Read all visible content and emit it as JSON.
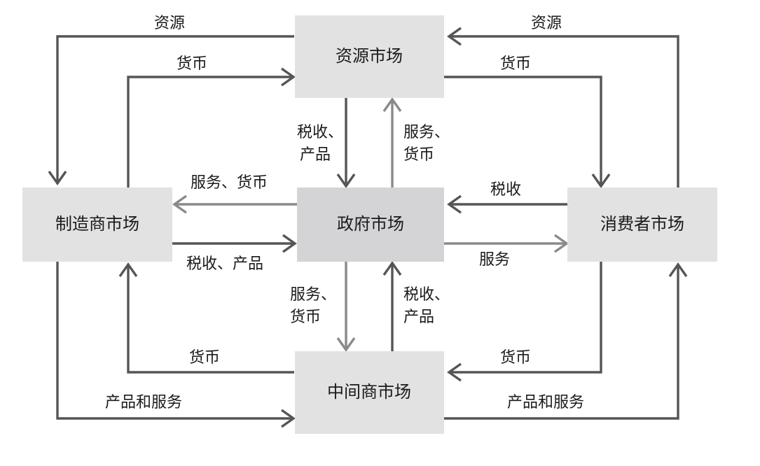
{
  "nodes": {
    "resource": "资源市场",
    "manufacturer": "制造商市场",
    "government": "政府市场",
    "consumer": "消费者市场",
    "intermediary": "中间商市场"
  },
  "edges": {
    "resource_to_manufacturer": "资源",
    "manufacturer_to_resource": "货币",
    "consumer_to_resource": "资源",
    "resource_to_consumer": "货币",
    "resource_to_government_line1": "税收、",
    "resource_to_government_line2": "产品",
    "government_to_resource_line1": "服务、",
    "government_to_resource_line2": "货币",
    "government_to_manufacturer": "服务、货币",
    "manufacturer_to_government": "税收、产品",
    "consumer_to_government": "税收",
    "government_to_consumer": "服务",
    "government_to_intermediary_line1": "服务、",
    "government_to_intermediary_line2": "货币",
    "intermediary_to_government_line1": "税收、",
    "intermediary_to_government_line2": "产品",
    "intermediary_to_manufacturer": "货币",
    "manufacturer_to_intermediary": "产品和服务",
    "consumer_to_intermediary": "货币",
    "intermediary_to_consumer": "产品和服务"
  },
  "colors": {
    "box_outer": "#e2e2e3",
    "box_center": "#d4d4d6",
    "arrow_dark": "#555555",
    "arrow_light": "#8a8a8a",
    "text": "#1a1a1a"
  }
}
